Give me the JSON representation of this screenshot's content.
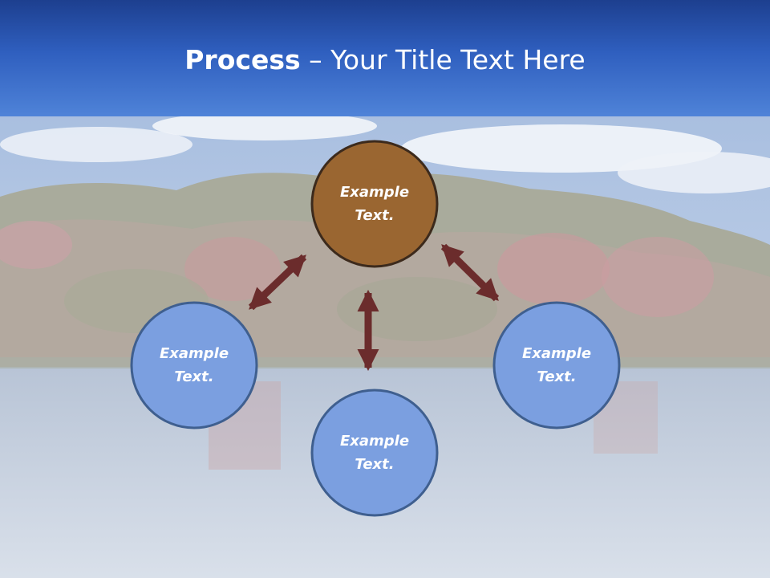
{
  "title": {
    "bold": "Process",
    "rest": " – Your Title Text Here"
  },
  "colors": {
    "center_fill": "#9a6631",
    "center_stroke": "#3c2a1c",
    "node_fill": "#7b9fe0",
    "node_stroke": "#3f5f8f",
    "arrow": "#6b2c2c"
  },
  "nodes": [
    {
      "id": "center",
      "line1": "Example",
      "line2": "Text."
    },
    {
      "id": "left",
      "line1": "Example",
      "line2": "Text."
    },
    {
      "id": "bottom",
      "line1": "Example",
      "line2": "Text."
    },
    {
      "id": "right",
      "line1": "Example",
      "line2": "Text."
    }
  ]
}
